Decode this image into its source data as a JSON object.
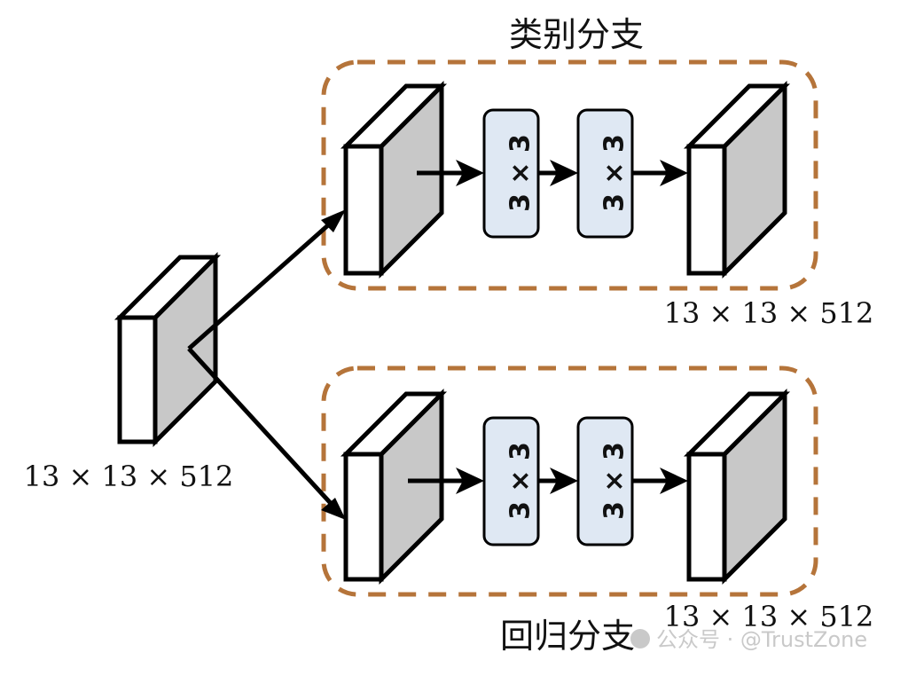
{
  "diagram": {
    "input": {
      "label": "13 × 13 × 512"
    },
    "branches": [
      {
        "title": "类别分支",
        "kernels": [
          "3 × 3",
          "3 × 3"
        ],
        "output_label": "13 × 13 × 512"
      },
      {
        "title": "回归分支",
        "kernels": [
          "3 × 3",
          "3 × 3"
        ],
        "output_label": "13 × 13 × 512"
      }
    ],
    "colors": {
      "dashed_border": "#b5743a",
      "kernel_fill": "#dfe8f3",
      "block_side": "#c8c8c8",
      "stroke": "#000000"
    }
  },
  "watermark": {
    "text": "公众号 · @TrustZone"
  }
}
